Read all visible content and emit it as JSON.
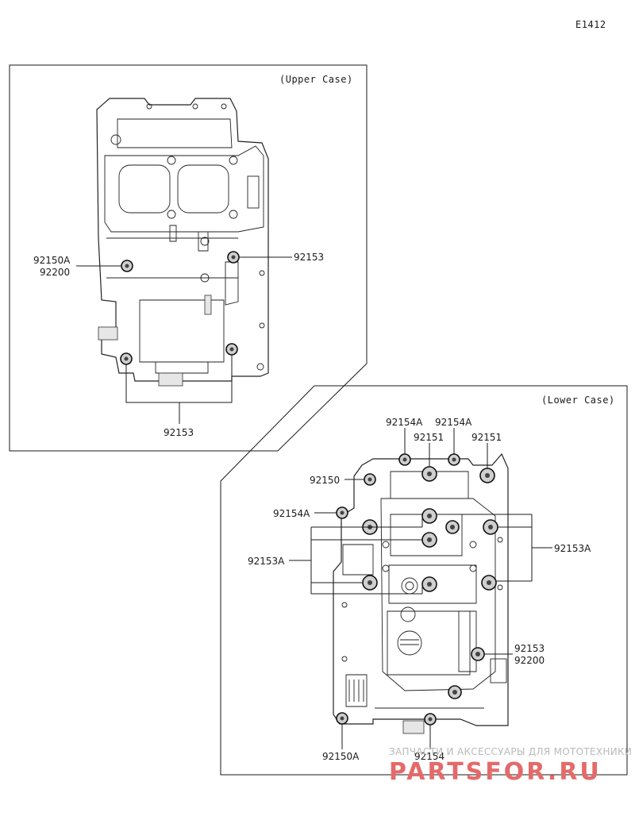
{
  "diagram_id": "E1412",
  "upper_case": {
    "caption": "(Upper Case)",
    "labels": {
      "left_top": "92150A",
      "left_bottom": "92200",
      "right": "92153",
      "bottom": "92153"
    }
  },
  "lower_case": {
    "caption": "(Lower Case)",
    "labels": {
      "top_a1": "92154A",
      "top_a2": "92154A",
      "top_b1": "92151",
      "top_b2": "92151",
      "left_1": "92150",
      "left_2": "92154A",
      "left_3": "92153A",
      "right_1": "92153A",
      "right_2a": "92153",
      "right_2b": "92200",
      "bottom_1": "92150A",
      "bottom_2": "92154"
    }
  },
  "watermark": {
    "line1": "ЗАПЧАСТИ И АКСЕССУАРЫ ДЛЯ МОТОТЕХНИКИ",
    "line2": "PARTSFOR.RU"
  }
}
